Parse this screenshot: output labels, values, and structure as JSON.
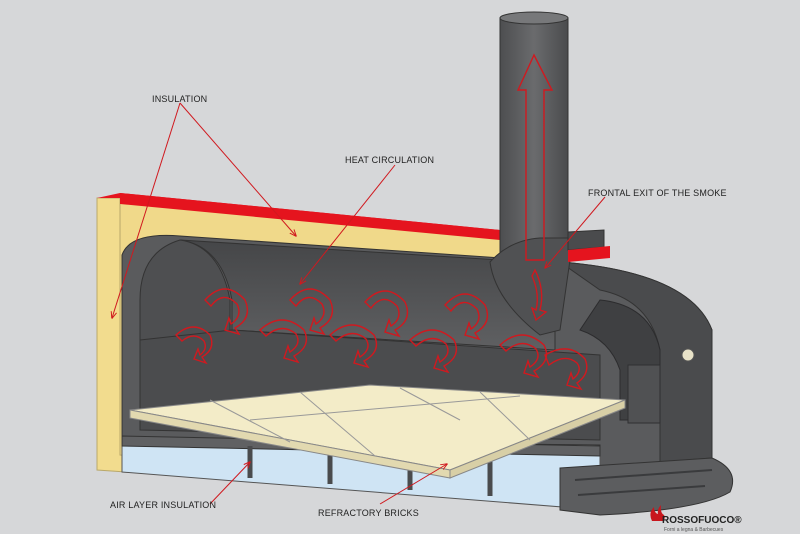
{
  "labels": {
    "insulation": "INSULATION",
    "heat_circulation": "HEAT CIRCULATION",
    "frontal_exit": "FRONTAL EXIT OF THE SMOKE",
    "air_layer": "AIR LAYER INSULATION",
    "refractory": "REFRACTORY BRICKS"
  },
  "brand": {
    "name": "ROSSOFUOCO®",
    "tagline": "Forni a legna & Barbecues"
  },
  "colors": {
    "background": "#d6d7d9",
    "oven_body": "#5a5b5d",
    "oven_dark": "#3f4042",
    "insulation": "#f2dc8e",
    "insulation_red": "#e5141e",
    "bricks": "#f3ecc8",
    "air_layer": "#cfe4f4",
    "annotation": "#d0191f"
  }
}
